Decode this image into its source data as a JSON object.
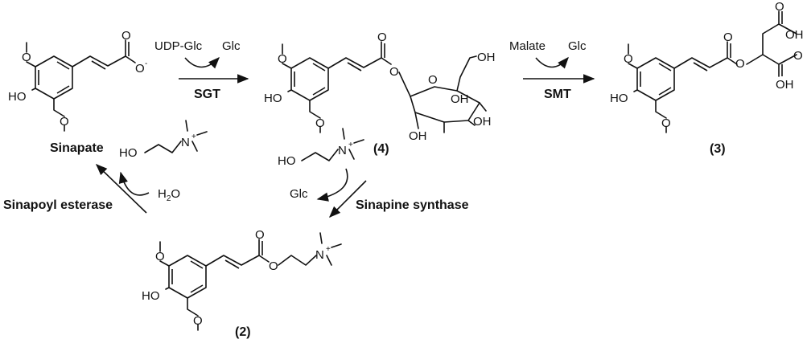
{
  "compounds": {
    "sinapate": {
      "name": "Sinapate",
      "atoms": {
        "o_top": "O",
        "o_bottom": "O",
        "ho": "HO",
        "carbonyl_o": "O",
        "carboxylate_o": "O",
        "charge": "-"
      }
    },
    "compound_4": {
      "label": "(4)",
      "atoms": {
        "o_top": "O",
        "o_bottom": "O",
        "ho": "HO",
        "carbonyl_o": "O",
        "ester_o": "O",
        "ring_o": "O",
        "oh_1": "OH",
        "oh_2": "OH",
        "oh_3": "OH",
        "oh_4": "OH"
      }
    },
    "compound_3": {
      "label": "(3)",
      "atoms": {
        "o_top": "O",
        "o_bottom": "O",
        "ho": "HO",
        "carbonyl_o": "O",
        "ester_o": "O",
        "oh_top": "OH",
        "o_top_acid": "O",
        "oh_bottom": "OH",
        "o_bottom_acid": "O"
      }
    },
    "compound_2": {
      "label": "(2)",
      "atoms": {
        "o_top": "O",
        "o_bottom": "O",
        "ho": "HO",
        "carbonyl_o": "O",
        "ester_o": "O",
        "n": "N",
        "plus": "+"
      }
    }
  },
  "reactions": {
    "sgt": {
      "enzyme": "SGT",
      "input": "UDP-Glc",
      "output": "Glc"
    },
    "smt": {
      "enzyme": "SMT",
      "input": "Malate",
      "output": "Glc"
    },
    "sinapine_synthase": {
      "enzyme": "Sinapine synthase",
      "input_choline": {
        "ho": "HO",
        "n": "N",
        "plus": "+"
      },
      "output": "Glc"
    },
    "sinapoyl_esterase": {
      "enzyme": "Sinapoyl esterase",
      "input": "H",
      "input_sub": "2",
      "input_tail": "O",
      "output_choline": {
        "ho": "HO",
        "n": "N",
        "plus": "+"
      }
    }
  }
}
